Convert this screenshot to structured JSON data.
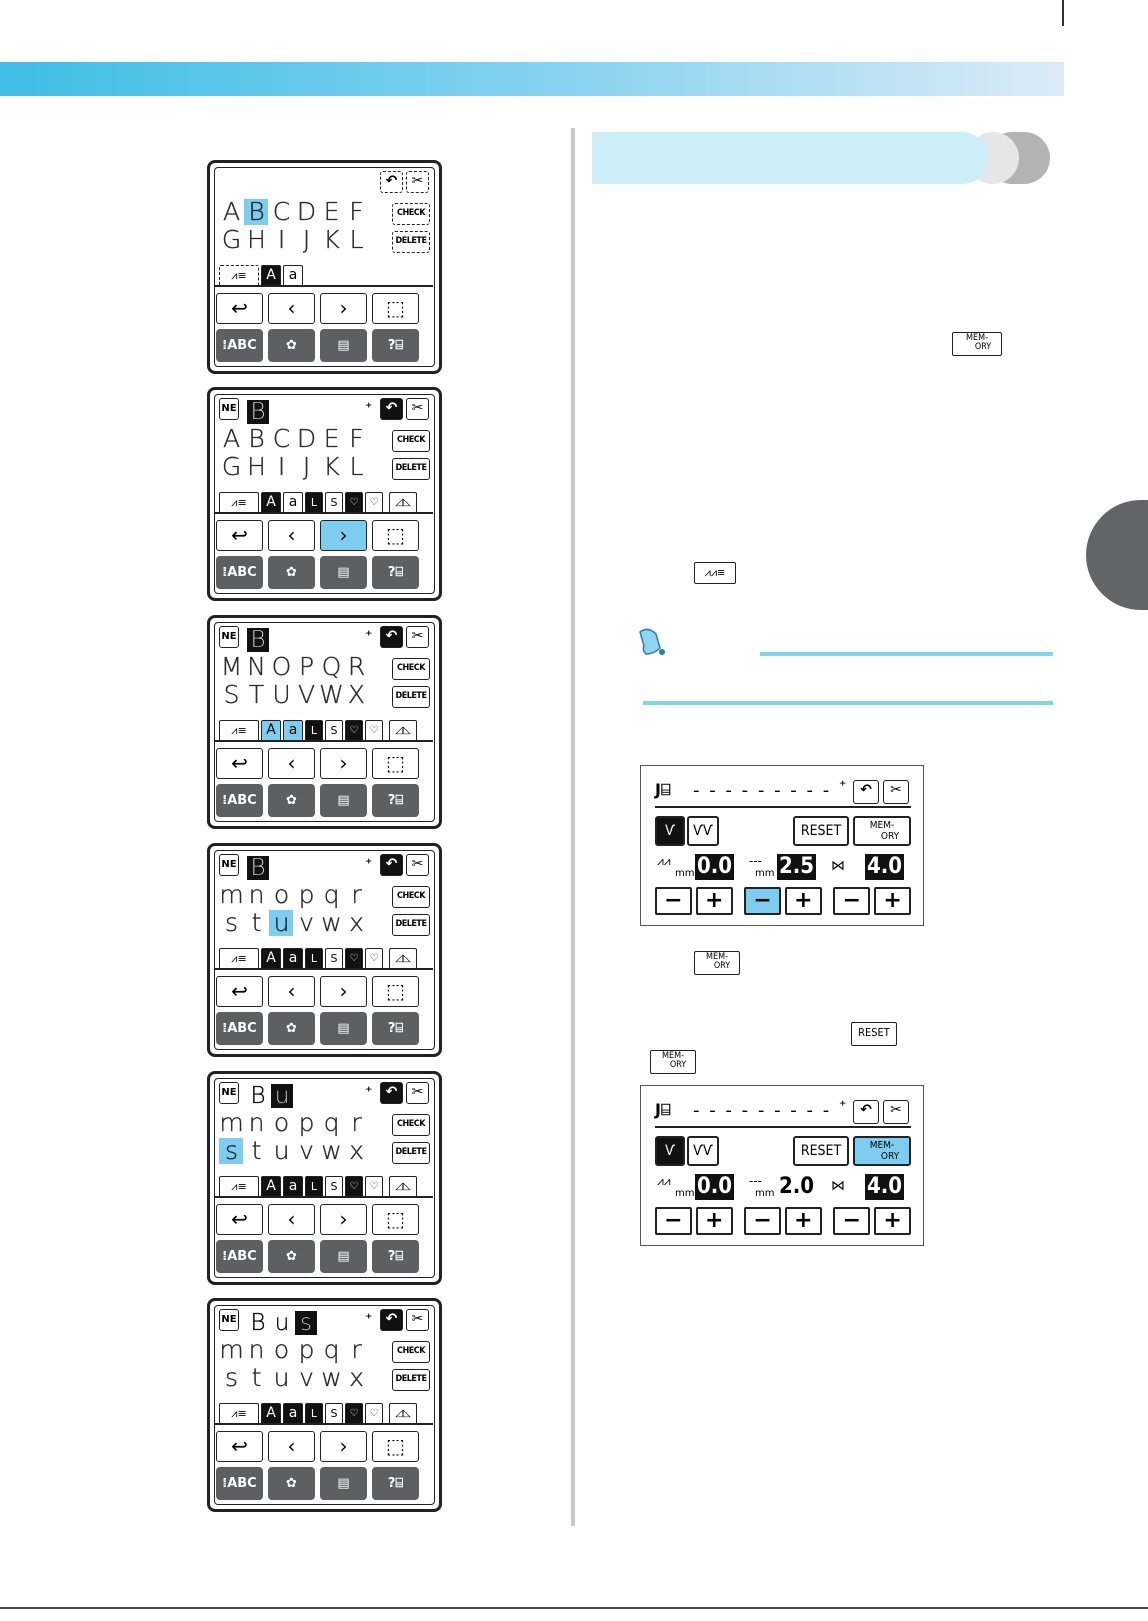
{
  "header": {
    "band_color": "#3ebde6",
    "thumb_tab_color": "#636466"
  },
  "lcd_panels": [
    {
      "selected_text": "",
      "row1": [
        "A",
        "B",
        "C",
        "D",
        "E",
        "F"
      ],
      "row2": [
        "G",
        "H",
        "I",
        "J",
        "K",
        "L"
      ],
      "check": "CHECK",
      "delete": "DELETE",
      "case_upper": "A",
      "case_lower": "a",
      "size_large": "",
      "size_small": ""
    },
    {
      "selected_text": "B",
      "row1": [
        "A",
        "B",
        "C",
        "D",
        "E",
        "F"
      ],
      "row2": [
        "G",
        "H",
        "I",
        "J",
        "K",
        "L"
      ],
      "check": "CHECK",
      "delete": "DELETE",
      "case_upper": "A",
      "case_lower": "a",
      "size_large": "L",
      "size_small": "S"
    },
    {
      "selected_text": "B",
      "row1": [
        "M",
        "N",
        "O",
        "P",
        "Q",
        "R"
      ],
      "row2": [
        "S",
        "T",
        "U",
        "V",
        "W",
        "X"
      ],
      "check": "CHECK",
      "delete": "DELETE",
      "case_upper": "A",
      "case_lower": "a",
      "size_large": "L",
      "size_small": "S"
    },
    {
      "selected_text": "B",
      "row1": [
        "m",
        "n",
        "o",
        "p",
        "q",
        "r"
      ],
      "row2": [
        "s",
        "t",
        "u",
        "v",
        "w",
        "x"
      ],
      "check": "CHECK",
      "delete": "DELETE",
      "case_upper": "A",
      "case_lower": "a",
      "size_large": "L",
      "size_small": "S"
    },
    {
      "selected_text": "B u",
      "row1": [
        "m",
        "n",
        "o",
        "p",
        "q",
        "r"
      ],
      "row2": [
        "s",
        "t",
        "u",
        "v",
        "w",
        "x"
      ],
      "check": "CHECK",
      "delete": "DELETE",
      "case_upper": "A",
      "case_lower": "a",
      "size_large": "L",
      "size_small": "S"
    },
    {
      "selected_text": "B u s",
      "row1": [
        "m",
        "n",
        "o",
        "p",
        "q",
        "r"
      ],
      "row2": [
        "s",
        "t",
        "u",
        "v",
        "w",
        "x"
      ],
      "check": "CHECK",
      "delete": "DELETE",
      "case_upper": "A",
      "case_lower": "a",
      "size_large": "L",
      "size_small": "S"
    }
  ],
  "settings_screens": [
    {
      "reset": "RESET",
      "memory_line1": "MEM-",
      "memory_line2": "ORY",
      "width_value": "0.0",
      "length_value": "2.5",
      "tension_value": "4.0",
      "unit": "mm"
    },
    {
      "reset": "RESET",
      "memory_line1": "MEM-",
      "memory_line2": "ORY",
      "width_value": "0.0",
      "length_value": "2.0",
      "tension_value": "4.0",
      "unit": "mm"
    }
  ],
  "inline_icons": {
    "memory_line1": "MEM-",
    "memory_line2": "ORY",
    "reset": "RESET"
  },
  "colors": {
    "highlight": "#7ccdef",
    "note_bar": "#7fd7ee"
  }
}
